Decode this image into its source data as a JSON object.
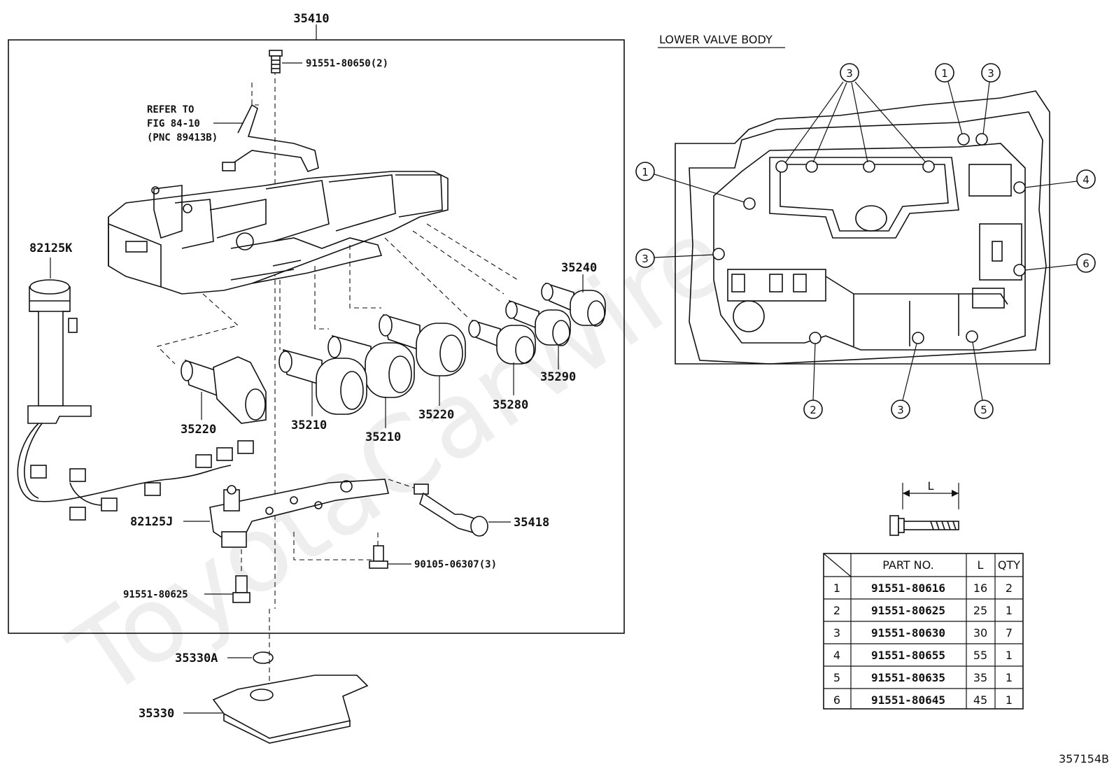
{
  "watermark": "ToyotaCarWire.ru",
  "assembly_number": "35410",
  "lower_valve_body_title": "LOWER VALVE BODY",
  "refer_note": [
    "REFER TO",
    "FIG 84-10",
    "(PNC 89413B)"
  ],
  "callouts": {
    "bolt_top": "91551-80650(2)",
    "harness": "82125K",
    "bracket": "82125J",
    "sol_35240": "35240",
    "sol_35290": "35290",
    "sol_35280": "35280",
    "sol_35220_right": "35220",
    "sol_35210_right": "35210",
    "sol_35210_left": "35210",
    "sol_35220_left": "35220",
    "sensor": "35418",
    "bolt_bracket": "90105-06307(3)",
    "bolt_bottom": "91551-80625",
    "oring": "35330A",
    "strainer": "35330"
  },
  "bolt_length_label": "L",
  "table": {
    "headers": [
      "PART NO.",
      "L",
      "QTY"
    ],
    "rows": [
      {
        "idx": "1",
        "part": "91551-80616",
        "l": "16",
        "qty": "2"
      },
      {
        "idx": "2",
        "part": "91551-80625",
        "l": "25",
        "qty": "1"
      },
      {
        "idx": "3",
        "part": "91551-80630",
        "l": "30",
        "qty": "7"
      },
      {
        "idx": "4",
        "part": "91551-80655",
        "l": "55",
        "qty": "1"
      },
      {
        "idx": "5",
        "part": "91551-80635",
        "l": "35",
        "qty": "1"
      },
      {
        "idx": "6",
        "part": "91551-80645",
        "l": "45",
        "qty": "1"
      }
    ]
  },
  "lower_body_markers": {
    "top_3_group": "3",
    "top_1": "1",
    "top_3_right": "3",
    "left_1": "1",
    "left_3": "3",
    "right_4": "4",
    "right_6": "6",
    "bottom_2": "2",
    "bottom_3": "3",
    "bottom_5": "5"
  },
  "figure_id": "357154B"
}
